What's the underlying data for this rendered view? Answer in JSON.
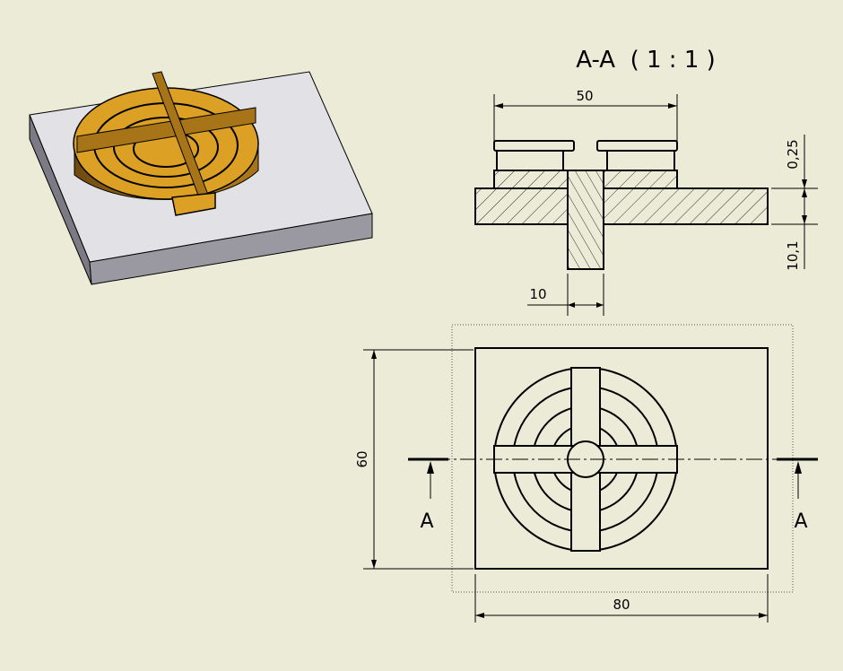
{
  "section_view": {
    "title": "A-A  ( 1 : 1 )",
    "dim_width": "50",
    "dim_pin_width": "10",
    "dim_gap": "0,25",
    "dim_plate": "10,1"
  },
  "plan_view": {
    "dim_height": "60",
    "dim_width": "80",
    "section_label_left": "A",
    "section_label_right": "A"
  },
  "colors": {
    "background": "#ecebd8",
    "part_gold": "#dca024",
    "plate_top": "#e2e1e6",
    "plate_side": "#9a98a0"
  }
}
